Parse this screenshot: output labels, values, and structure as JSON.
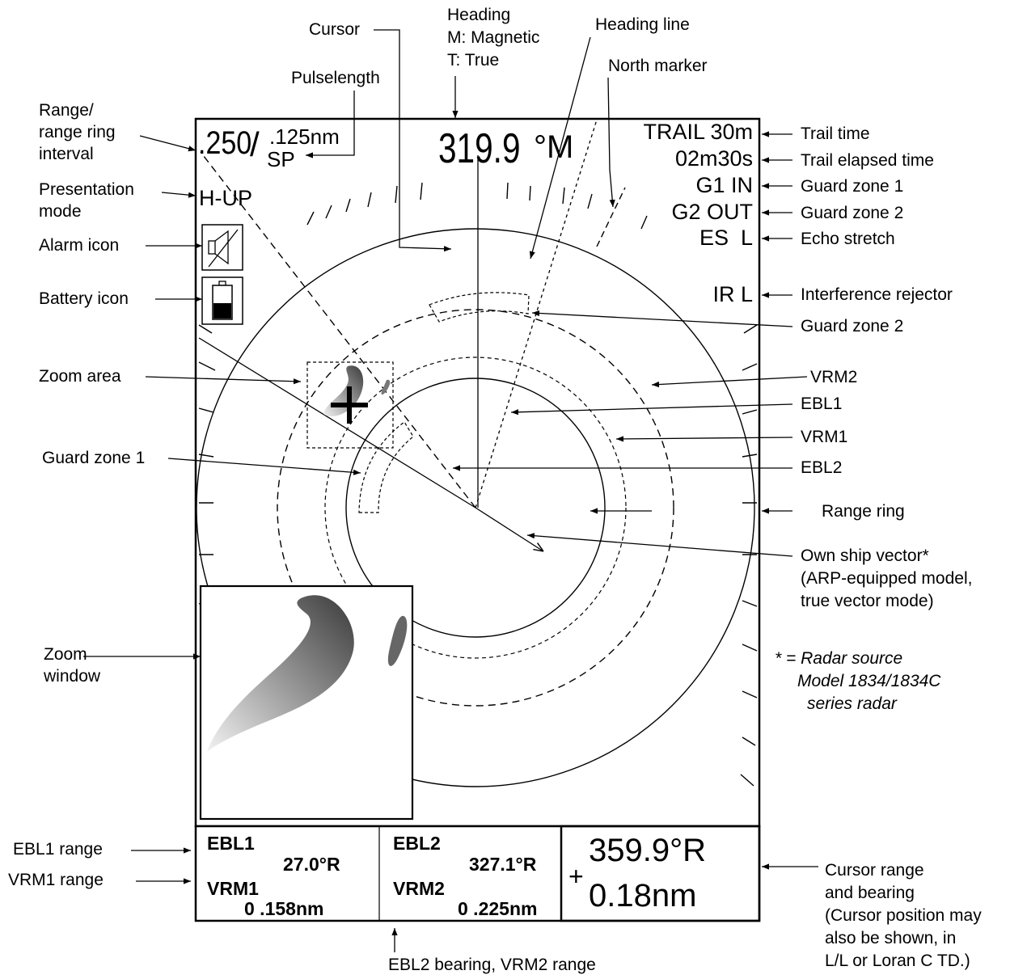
{
  "screen": {
    "range": ".250",
    "ring_interval": ".125nm",
    "pulse": "SP",
    "heading_value": "319.9",
    "heading_unit": "°M",
    "presentation": "H-UP",
    "trail_time": "TRAIL 30m",
    "trail_elapsed": "02m30s",
    "guard1_status": "G1 IN",
    "guard2_status": "G2 OUT",
    "echo_stretch": "ES  L",
    "interference": "IR L",
    "icons": {
      "alarm": "speaker-muted-icon",
      "battery": "battery-icon"
    }
  },
  "data_box": {
    "cell1": {
      "ebl_label": "EBL1",
      "ebl_value": "27.0°R",
      "vrm_label": "VRM1",
      "vrm_value": "0 .158nm"
    },
    "cell2": {
      "ebl_label": "EBL2",
      "ebl_value": "327.1°R",
      "vrm_label": "VRM2",
      "vrm_value": "0 .225nm"
    },
    "cursor": {
      "symbol": "+",
      "bearing": "359.9°R",
      "range": "0.18nm"
    }
  },
  "callouts": {
    "range_interval": [
      "Range/",
      "range ring",
      "interval"
    ],
    "presentation_mode": [
      "Presentation",
      "mode"
    ],
    "alarm_icon": "Alarm icon",
    "battery_icon": "Battery icon",
    "zoom_area": "Zoom area",
    "guard_zone_1_left": "Guard zone 1",
    "zoom_window": [
      "Zoom",
      "window"
    ],
    "ebl1_range": "EBL1 range",
    "vrm1_range": "VRM1 range",
    "cursor": "Cursor",
    "pulselength": "Pulselength",
    "heading": [
      "Heading",
      "M: Magnetic",
      "T: True"
    ],
    "heading_line": "Heading line",
    "north_marker": "North marker",
    "trail_time": "Trail time",
    "trail_elapsed": "Trail elapsed time",
    "guard_zone_1": "Guard zone 1",
    "guard_zone_2": "Guard zone 2",
    "echo_stretch": "Echo stretch",
    "interference_rejector": "Interference rejector",
    "guard_zone_2b": "Guard zone 2",
    "vrm2": "VRM2",
    "ebl1": "EBL1",
    "vrm1": "VRM1",
    "ebl2": "EBL2",
    "range_ring": "Range ring",
    "own_ship_vector": [
      "Own ship vector*",
      "(ARP-equipped model,",
      "true vector mode)"
    ],
    "footnote": [
      "* = Radar source",
      "Model 1834/1834C",
      "series radar"
    ],
    "cursor_range_bearing": [
      "Cursor range",
      "and bearing",
      "(Cursor position may",
      "also be shown, in",
      "L/L or Loran C TD.)"
    ],
    "ebl2_bearing_vrm2": "EBL2 bearing, VRM2 range"
  }
}
